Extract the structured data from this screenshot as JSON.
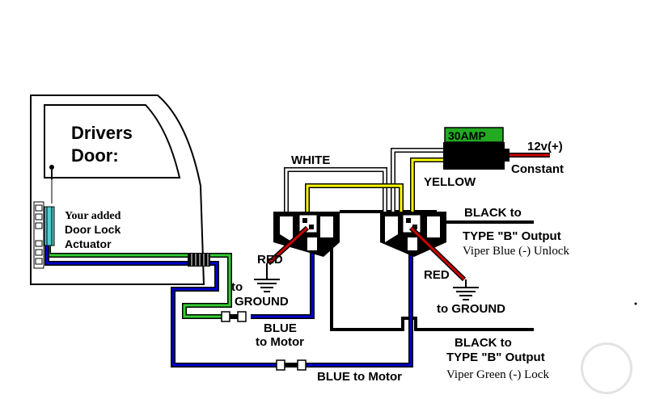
{
  "door": {
    "title_line1": "Drivers",
    "title_line2": "Door:"
  },
  "actuator": {
    "line1": "Your added",
    "line2": "Door Lock",
    "line3": "Actuator"
  },
  "fuse": {
    "label": "30AMP"
  },
  "power": {
    "line1": "12v(+)",
    "line2": "Constant"
  },
  "wires": {
    "white": "WHITE",
    "yellow": "YELLOW",
    "red_left": "RED",
    "to_ground_left_1": "to",
    "to_ground_left_2": "GROUND",
    "red_right": "RED",
    "to_ground_right": "to GROUND",
    "blue_upper_1": "BLUE",
    "blue_upper_2": "to Motor",
    "blue_lower": "BLUE to Motor"
  },
  "black_upper": {
    "line1": "BLACK to",
    "line2": "TYPE \"B\" Output",
    "line3": "Viper Blue (-) Unlock"
  },
  "black_lower": {
    "line1": "BLACK to",
    "line2": "TYPE \"B\" Output",
    "line3": "Viper Green (-) Lock"
  },
  "colors": {
    "white_wire": "#ffffff",
    "yellow_wire": "#ffff00",
    "red_wire": "#cc0000",
    "blue_wire": "#0000cc",
    "green_wire": "#33cc33",
    "black_wire": "#000000",
    "fuse_green": "#22aa22"
  }
}
